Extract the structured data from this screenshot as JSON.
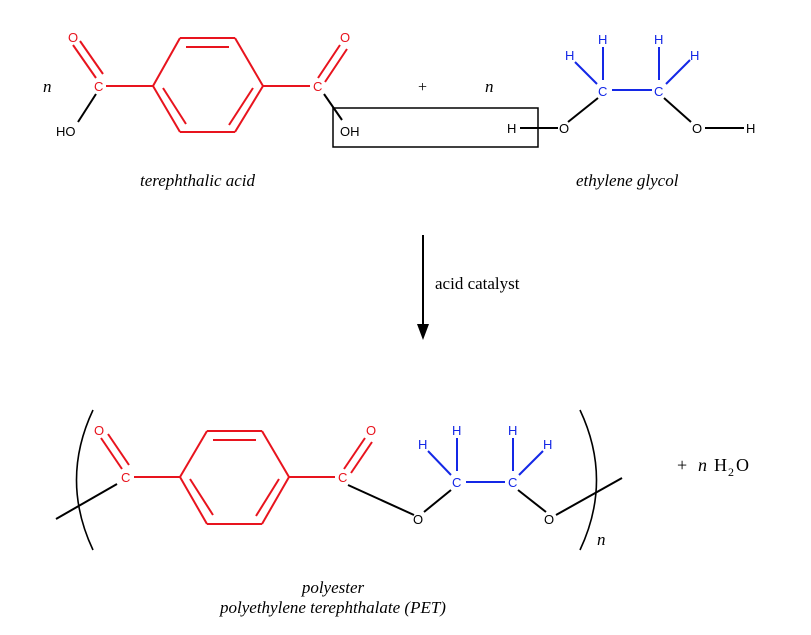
{
  "colors": {
    "terephthalic_fragment": "#e8141e",
    "glycol_fragment": "#1428e6",
    "bonds_and_text": "#000000"
  },
  "reactants": {
    "coefficient_left": "n",
    "plus": "+",
    "coefficient_right": "n",
    "terephthalic_acid": {
      "name": "terephthalic acid",
      "carbonyl_o": "O",
      "carboxyl_c": "C",
      "hydroxyl_left": "HO",
      "hydroxyl_right": "OH"
    },
    "ethylene_glycol": {
      "name": "ethylene glycol",
      "hydrogen": "H",
      "carbon": "C",
      "oxygen": "O"
    }
  },
  "arrow": {
    "label": "acid catalyst"
  },
  "product": {
    "name_line1": "polyester",
    "name_line2": "polyethylene terephthalate (PET)",
    "repeat_subscript": "n",
    "carbonyl_o": "O",
    "carboxyl_c": "C",
    "hydrogen": "H",
    "carbon": "C",
    "ester_o": "O",
    "byproduct_plus": "+",
    "byproduct_coefficient": "n",
    "water_h": "H",
    "water_sub": "2",
    "water_o": "O"
  }
}
